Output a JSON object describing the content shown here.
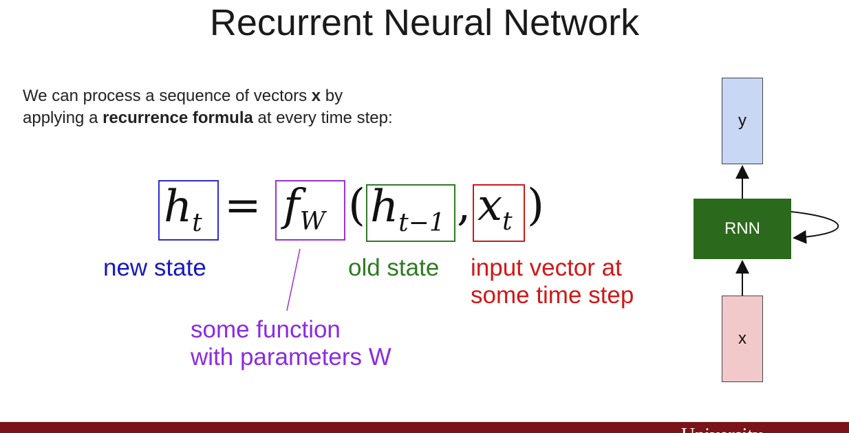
{
  "title": "Recurrent Neural Network",
  "intro": {
    "line1_pre": "We can process a sequence of vectors ",
    "line1_bold": "x",
    "line1_post": " by",
    "line2_pre": "applying a ",
    "line2_bold": "recurrence formula",
    "line2_post": " at every time step:"
  },
  "equation": {
    "h": "h",
    "t": "t",
    "equals": "=",
    "f": "f",
    "W": "W",
    "lparen": "(",
    "comma": ",",
    "rparen": ")",
    "t_minus_1": "t−1",
    "x": "x",
    "colors": {
      "new_state": "#2b2bd0",
      "function": "#9b30d9",
      "old_state": "#2f7a22",
      "input": "#d11717"
    }
  },
  "labels": {
    "new_state": "new state",
    "old_state": "old state",
    "input_line1": "input vector at",
    "input_line2": "some time step",
    "function_line1": "some function",
    "function_line2": "with parameters W"
  },
  "diagram": {
    "output": "y",
    "cell": "RNN",
    "input": "x",
    "colors": {
      "output_fill": "#c7d7f4",
      "cell_fill": "#2b6a1d",
      "input_fill": "#f2c9cb"
    }
  },
  "footer": {
    "text": "University",
    "color": "#7a1419"
  }
}
